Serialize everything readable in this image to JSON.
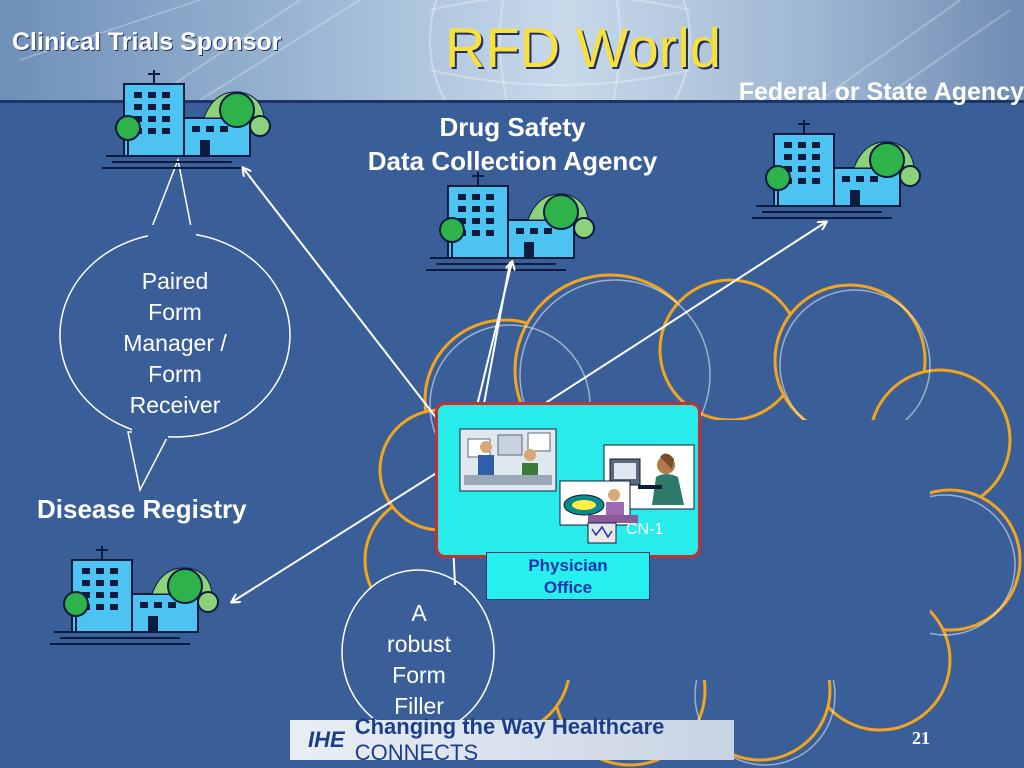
{
  "slide": {
    "title": "RFD World",
    "page_number": "21"
  },
  "actors": {
    "sponsor": "Clinical Trials Sponsor",
    "state_agency": "Federal or State Agency",
    "drug_safety_line1": "Drug Safety",
    "drug_safety_line2": "Data Collection Agency",
    "disease_registry": "Disease Registry"
  },
  "bubbles": {
    "paired_form_manager": [
      "Paired",
      "Form",
      "Manager /",
      "Form",
      "Receiver"
    ],
    "form_filler": [
      "A",
      "robust",
      "Form",
      "Filler"
    ]
  },
  "physician_office": {
    "label_line1": "Physician",
    "label_line2": "Office",
    "computer_tag": "CN-1"
  },
  "footer": {
    "logo_mark": "IHE",
    "tagline_part1": "Changing the Way Healthcare ",
    "tagline_part2": "CONNECTS"
  },
  "colors": {
    "background": "#3a5f98",
    "title": "#f7e13a",
    "building": "#4cc3f0",
    "tree": "#2db34a",
    "cloud_outline": "#f2a51f",
    "office_panel": "#28ece9",
    "office_border": "#c42f2f",
    "office_label_text": "#1a34b0"
  },
  "icons": [
    "building-icon",
    "tree-icon",
    "computer-workstation-icon",
    "clinician-icon",
    "doctor-computer-icon"
  ]
}
